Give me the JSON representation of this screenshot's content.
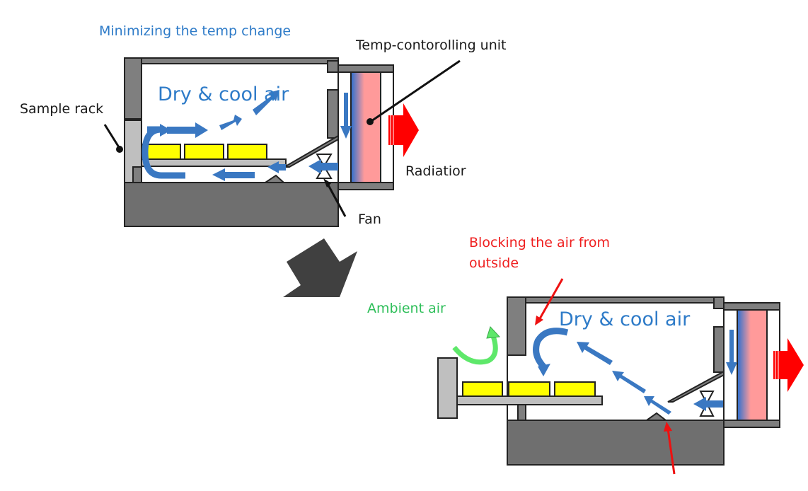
{
  "diagram": {
    "top": {
      "title": "Minimizing the temp change",
      "airflow_label": "Dry & cool air",
      "labels": {
        "sample_rack": "Sample rack",
        "temp_unit": "Temp-contorolling unit",
        "radiator": "Radiatior",
        "fan": "Fan"
      }
    },
    "bottom": {
      "blocking_label_line1": "Blocking the air from",
      "blocking_label_line2": "outside",
      "ambient_label": "Ambient air",
      "airflow_label": "Dry & cool air"
    },
    "colors": {
      "airflow": "#3a78c2",
      "heat_out": "#ff0000",
      "ambient": "#5ee86a",
      "samples": "#ffff00",
      "walls": "#7f7f7f",
      "radiator_cool": "#2a6fd0",
      "radiator_warm": "#ff9a9a"
    }
  }
}
